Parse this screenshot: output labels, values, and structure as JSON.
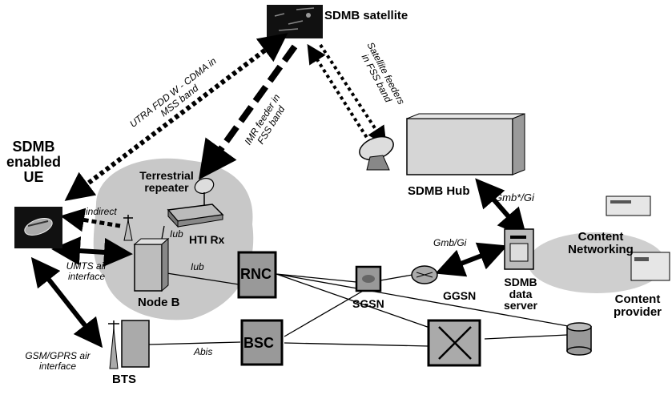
{
  "labels": {
    "satellite": "SDMB satellite",
    "ue": "SDMB enabled UE",
    "terrestrial_repeater": "Terrestrial repeater",
    "hti_rx": "HTI Rx",
    "node_b": "Node B",
    "rnc": "RNC",
    "bsc": "BSC",
    "bts": "BTS",
    "sgsn": "SGSN",
    "ggsn": "GGSN",
    "hub": "SDMB Hub",
    "data_server": "SDMB data server",
    "content_networking": "Content Networking",
    "content_provider": "Content provider"
  },
  "link_labels": {
    "utra": "UTRA FDD W - CDMA in MSS band",
    "imr": "IMR feeder in FSS band",
    "sat_feeders": "Satellite feeders in FSS band",
    "indirect": "indirect",
    "iub_1": "Iub",
    "iub_2": "Iub",
    "umts_air": "UMTS air interface",
    "gsm_air": "GSM/GPRS air interface",
    "abis": "Abis",
    "gmb_gi": "Gmb/Gi",
    "gmb_star_gi": "Gmb*/Gi"
  }
}
